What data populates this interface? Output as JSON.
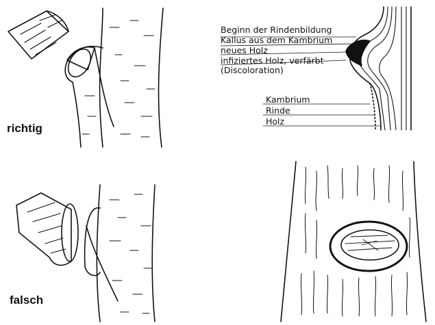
{
  "panels": {
    "richtig": {
      "caption": "richtig"
    },
    "falsch": {
      "caption": "falsch"
    }
  },
  "cross_section": {
    "labels_top": [
      "Beginn der Rindenbildung",
      "Kallus aus dem Kambrium",
      "neues Holz",
      "infiziertes Holz, verfärbt",
      "(Discoloration)"
    ],
    "labels_bottom": [
      "Kambrium",
      "Rinde",
      "Holz"
    ]
  },
  "colors": {
    "ink": "#111111",
    "paper": "#ffffff"
  }
}
